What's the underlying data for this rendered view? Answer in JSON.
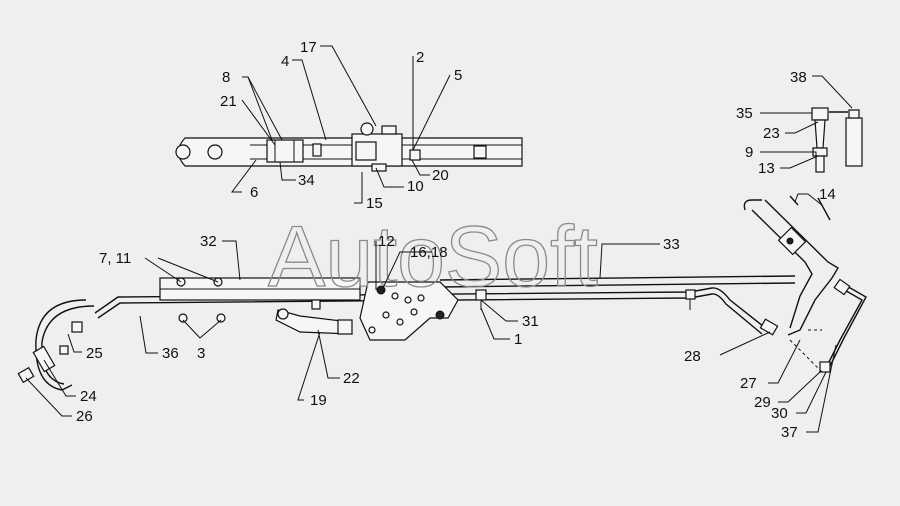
{
  "watermark": "AutoSoft",
  "callouts": [
    {
      "id": "c17",
      "text": "17"
    },
    {
      "id": "c4",
      "text": "4"
    },
    {
      "id": "c2",
      "text": "2"
    },
    {
      "id": "c5",
      "text": "5"
    },
    {
      "id": "c8",
      "text": "8"
    },
    {
      "id": "c21",
      "text": "21"
    },
    {
      "id": "c34",
      "text": "34"
    },
    {
      "id": "c6",
      "text": "6"
    },
    {
      "id": "c10",
      "text": "10"
    },
    {
      "id": "c20",
      "text": "20"
    },
    {
      "id": "c15",
      "text": "15"
    },
    {
      "id": "c38",
      "text": "38"
    },
    {
      "id": "c35",
      "text": "35"
    },
    {
      "id": "c23",
      "text": "23"
    },
    {
      "id": "c9",
      "text": "9"
    },
    {
      "id": "c13",
      "text": "13"
    },
    {
      "id": "c14",
      "text": "14"
    },
    {
      "id": "c32",
      "text": "32"
    },
    {
      "id": "c12",
      "text": "12"
    },
    {
      "id": "c1618",
      "text": "16,18"
    },
    {
      "id": "c33",
      "text": "33"
    },
    {
      "id": "c711",
      "text": "7, 11"
    },
    {
      "id": "c31",
      "text": "31"
    },
    {
      "id": "c1",
      "text": "1"
    },
    {
      "id": "c25",
      "text": "25"
    },
    {
      "id": "c36",
      "text": "36"
    },
    {
      "id": "c3",
      "text": "3"
    },
    {
      "id": "c22",
      "text": "22"
    },
    {
      "id": "c19",
      "text": "19"
    },
    {
      "id": "c24",
      "text": "24"
    },
    {
      "id": "c26",
      "text": "26"
    },
    {
      "id": "c28",
      "text": "28"
    },
    {
      "id": "c27",
      "text": "27"
    },
    {
      "id": "c29",
      "text": "29"
    },
    {
      "id": "c30",
      "text": "30"
    },
    {
      "id": "c37",
      "text": "37"
    }
  ]
}
